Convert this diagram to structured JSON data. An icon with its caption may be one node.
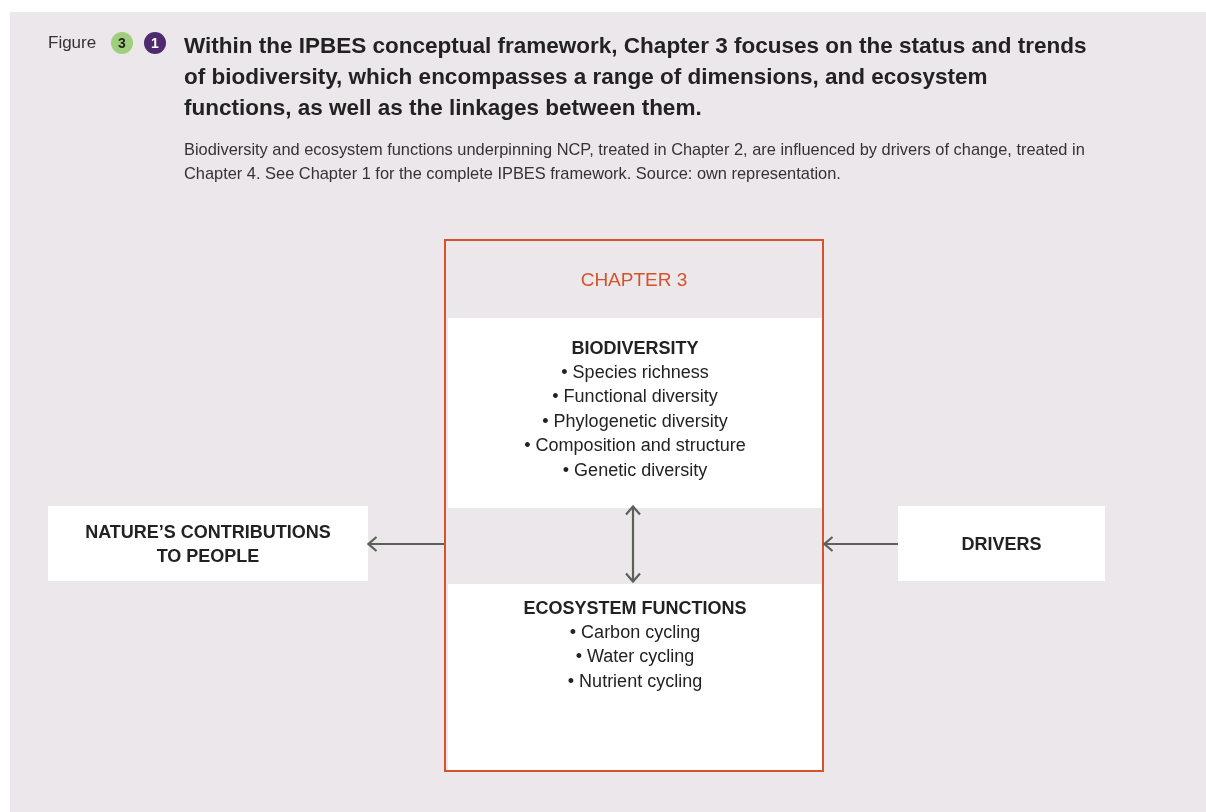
{
  "diagram": {
    "title": "Within the IPBES conceptual framework, Chapter 3 focuses on the status and trends of biodiversity, which encompasses a range of dimensions, and ecosystem functions, as well as the linkages between them.",
    "caption": "Biodiversity and ecosystem functions underpinning NCP, treated in Chapter 2, are influenced by drivers of change, treated in Chapter 4. See Chapter 1 for the complete IPBES framework. Source: own representation.",
    "nodes": [
      {
        "text": [
          "CHAPTER 3"
        ]
      },
      {
        "text": [
          "BIODIVERSITY",
          "• Species richness",
          "• Functional diversity",
          "• Phylogenetic diversity",
          "• Composition and structure",
          "• Genetic diversity"
        ],
        "in": 0
      },
      {
        "text": [
          "ECOSYSTEM FUNCTIONS",
          "• Carbon cycling",
          "• Water cycling",
          "• Nutrient cycling"
        ],
        "in": 0
      },
      {
        "text": [
          "NATURE’S CONTRIBUTIONS TO PEOPLE"
        ]
      },
      {
        "text": [
          "DRIVERS"
        ]
      }
    ],
    "edges": [
      {
        "from": 0,
        "to": 3,
        "arrow": "to"
      },
      {
        "from": 4,
        "to": 0,
        "arrow": "to"
      },
      {
        "from": 1,
        "to": 2,
        "arrow": "both"
      }
    ],
    "labels": [
      "Figure",
      "3",
      "1"
    ]
  }
}
